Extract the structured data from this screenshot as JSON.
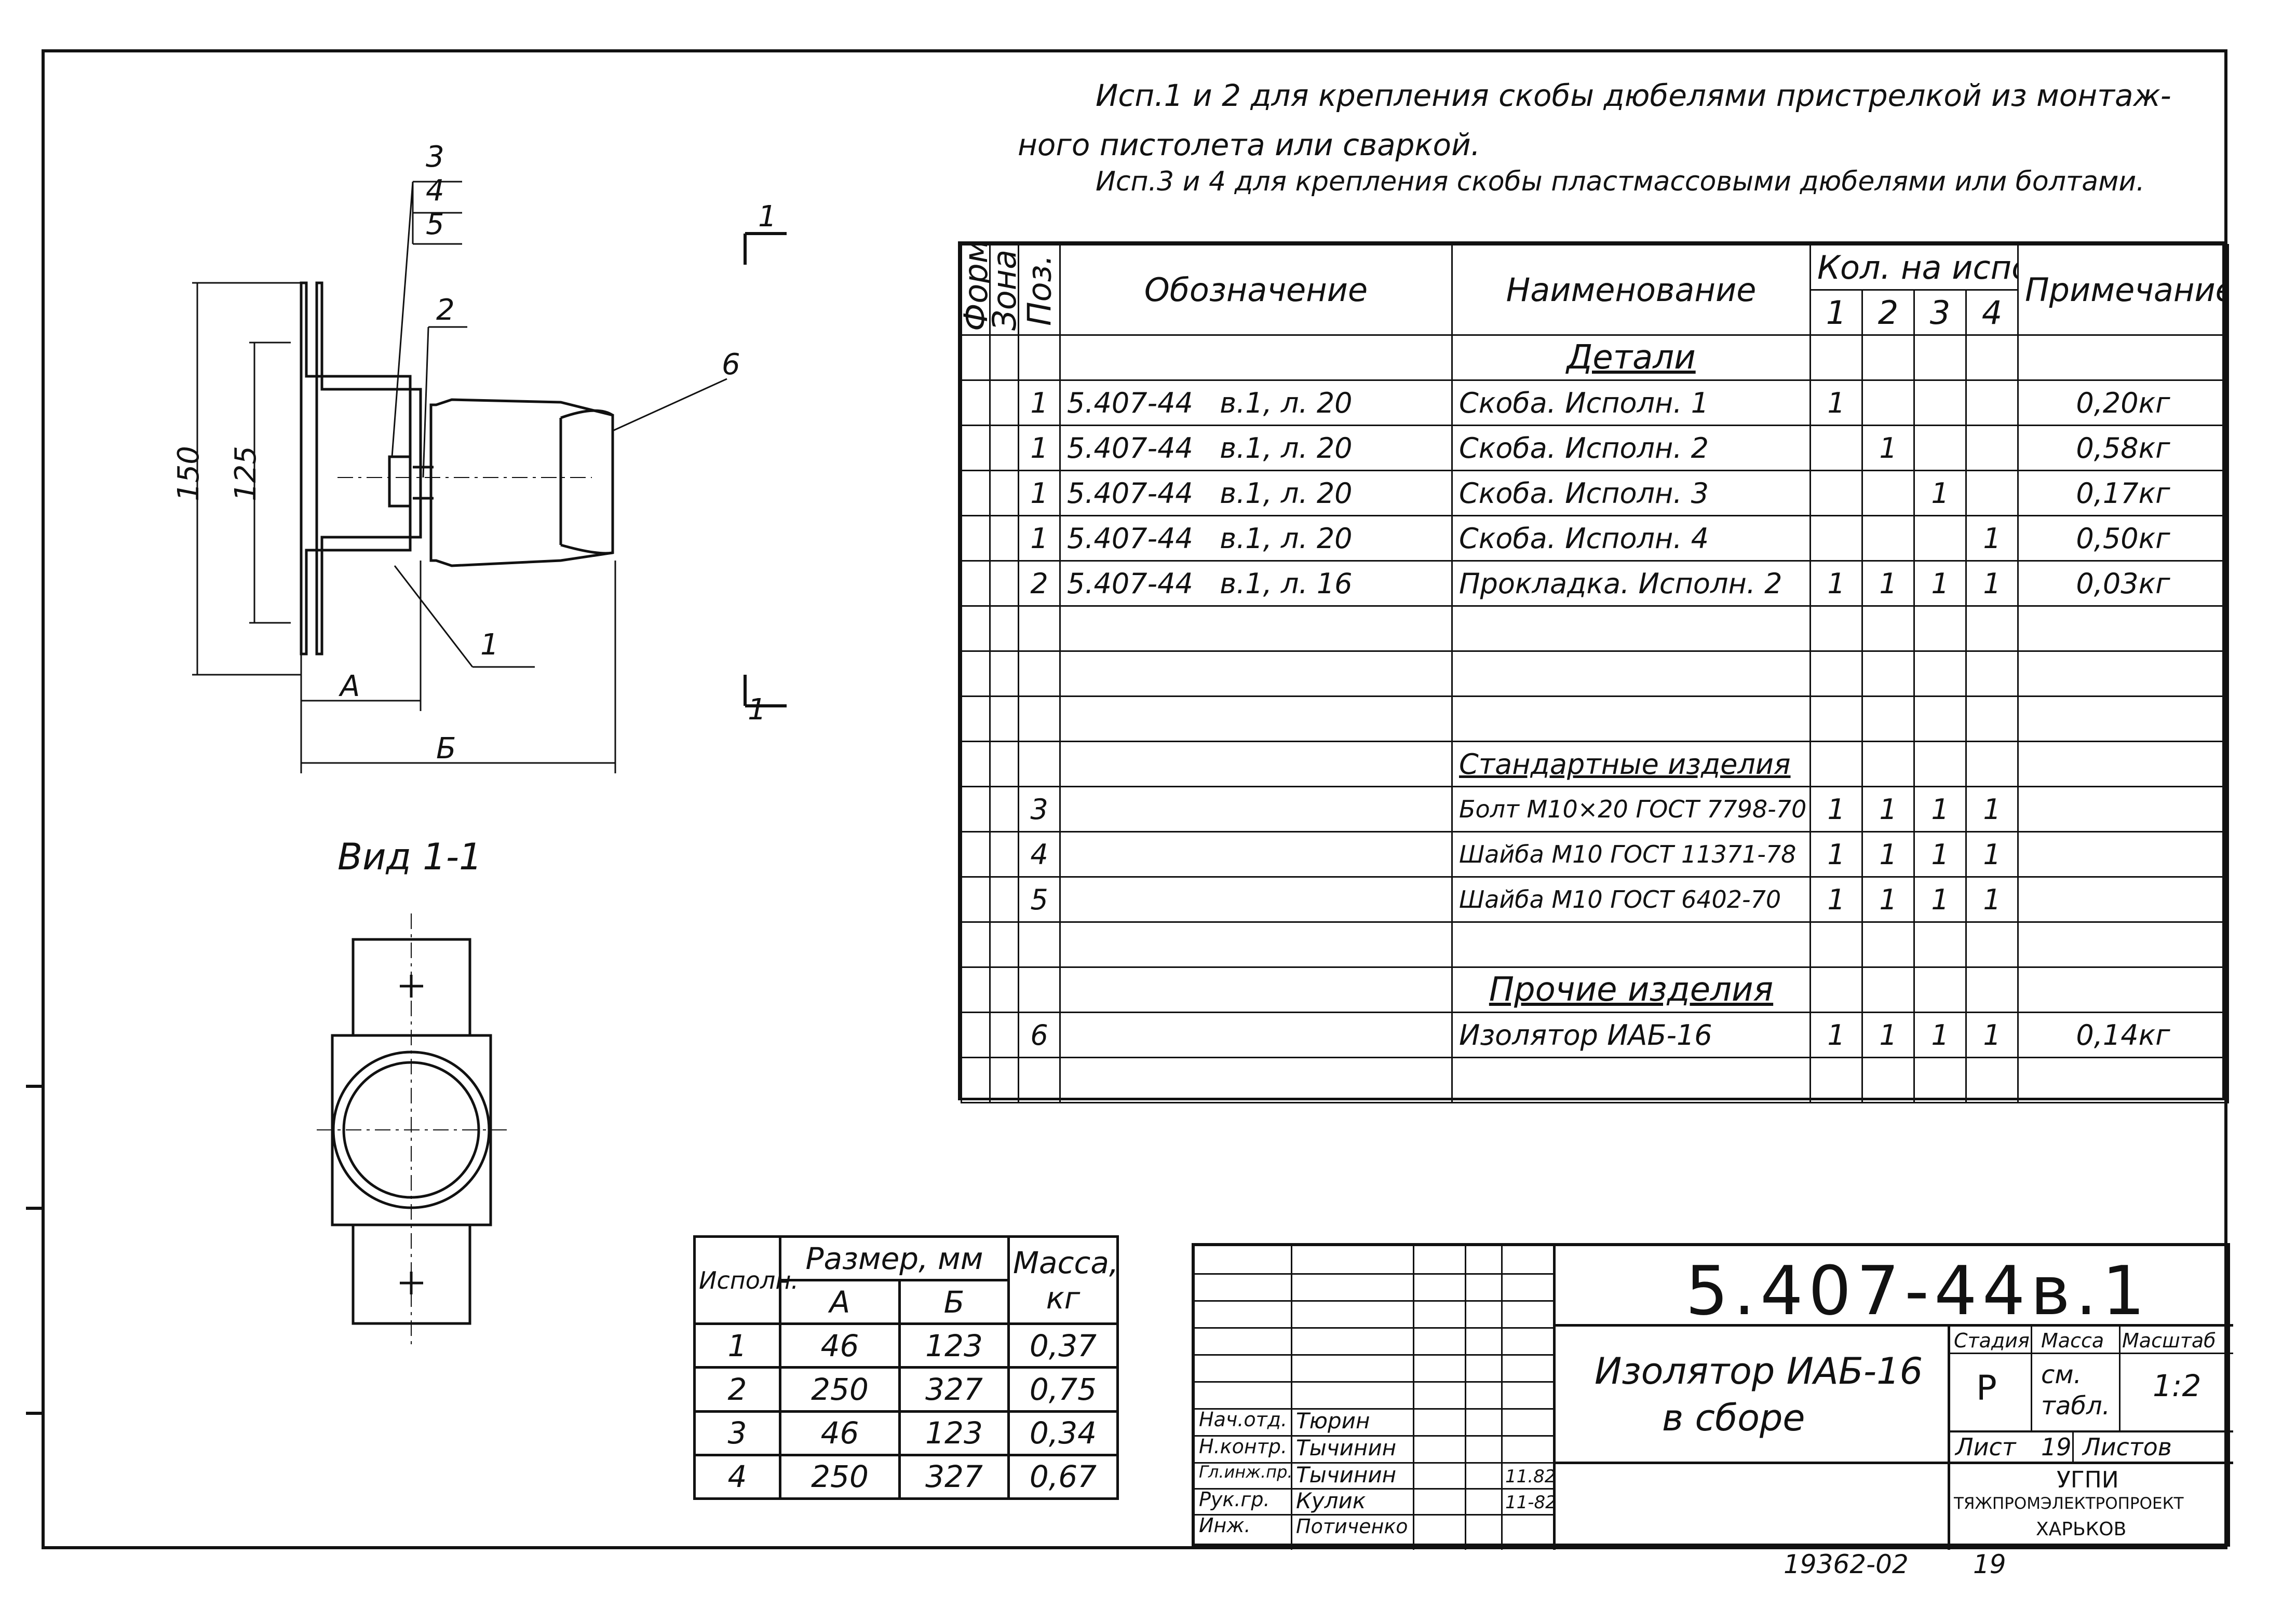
{
  "notes": {
    "line1": "Исп.1 и 2 для крепления скобы дюбелями пристрелкой из монтаж-",
    "line2": "ного пистолета или сваркой.",
    "line3": "Исп.3 и 4 для крепления скобы пластмассовыми дюбелями или болтами."
  },
  "drawing": {
    "callouts": [
      "3",
      "4",
      "5",
      "2",
      "6",
      "1"
    ],
    "dim_150": "150",
    "dim_125": "125",
    "dim_a": "А",
    "dim_b": "Б",
    "section_mark": "1",
    "view_label": "Вид 1-1"
  },
  "spec": {
    "headers": {
      "format": "Формат",
      "zone": "Зона",
      "pos": "Поз.",
      "designation": "Обозначение",
      "name": "Наименование",
      "qty_group": "Кол. на исполн.",
      "qty_cols": [
        "1",
        "2",
        "3",
        "4"
      ],
      "note": "Примечание"
    },
    "section_details": "Детали",
    "details": [
      {
        "pos": "1",
        "code": "5.407-44",
        "sheet": "в.1, л. 20",
        "name": "Скоба. Исполн. 1",
        "q": [
          "1",
          "",
          "",
          ""
        ],
        "note": "0,20кг"
      },
      {
        "pos": "1",
        "code": "5.407-44",
        "sheet": "в.1, л. 20",
        "name": "Скоба. Исполн. 2",
        "q": [
          "",
          "1",
          "",
          ""
        ],
        "note": "0,58кг"
      },
      {
        "pos": "1",
        "code": "5.407-44",
        "sheet": "в.1, л. 20",
        "name": "Скоба. Исполн. 3",
        "q": [
          "",
          "",
          "1",
          ""
        ],
        "note": "0,17кг"
      },
      {
        "pos": "1",
        "code": "5.407-44",
        "sheet": "в.1, л. 20",
        "name": "Скоба. Исполн. 4",
        "q": [
          "",
          "",
          "",
          "1"
        ],
        "note": "0,50кг"
      },
      {
        "pos": "2",
        "code": "5.407-44",
        "sheet": "в.1, л. 16",
        "name": "Прокладка. Исполн. 2",
        "q": [
          "1",
          "1",
          "1",
          "1"
        ],
        "note": "0,03кг"
      }
    ],
    "section_standard": "Стандартные изделия",
    "standard": [
      {
        "pos": "3",
        "name": "Болт М10×20 ГОСТ 7798-70",
        "q": [
          "1",
          "1",
          "1",
          "1"
        ]
      },
      {
        "pos": "4",
        "name": "Шайба М10 ГОСТ 11371-78",
        "q": [
          "1",
          "1",
          "1",
          "1"
        ]
      },
      {
        "pos": "5",
        "name": "Шайба М10 ГОСТ 6402-70",
        "q": [
          "1",
          "1",
          "1",
          "1"
        ]
      }
    ],
    "section_other": "Прочие изделия",
    "other": [
      {
        "pos": "6",
        "name": "Изолятор ИАБ-16",
        "q": [
          "1",
          "1",
          "1",
          "1"
        ],
        "note": "0,14кг"
      }
    ]
  },
  "sizes": {
    "h_isp": "Исполн.",
    "h_size": "Размер, мм",
    "h_a": "А",
    "h_b": "Б",
    "h_mass": "Масса, кг",
    "rows": [
      {
        "isp": "1",
        "a": "46",
        "b": "123",
        "m": "0,37"
      },
      {
        "isp": "2",
        "a": "250",
        "b": "327",
        "m": "0,75"
      },
      {
        "isp": "3",
        "a": "46",
        "b": "123",
        "m": "0,34"
      },
      {
        "isp": "4",
        "a": "250",
        "b": "327",
        "m": "0,67"
      }
    ]
  },
  "titleblock": {
    "code": "5.407-44в.1",
    "name_line1": "Изолятор ИАБ-16",
    "name_line2": "в сборе",
    "stage_h": "Стадия",
    "mass_h": "Масса",
    "scale_h": "Масштаб",
    "stage": "Р",
    "mass_l1": "см.",
    "mass_l2": "табл.",
    "scale": "1:2",
    "sheet_label": "Лист",
    "sheet": "19",
    "sheets_label": "Листов",
    "org1": "УГПИ",
    "org2": "ТЯЖПРОМЭЛЕКТРОПРОЕКТ",
    "org3": "ХАРЬКОВ",
    "signatures": [
      {
        "role": "Нач.отд.",
        "name": "Тюрин",
        "date": ""
      },
      {
        "role": "Н.контр.",
        "name": "Тычинин",
        "date": ""
      },
      {
        "role": "Гл.инж.пр.",
        "name": "Тычинин",
        "date": "11.82"
      },
      {
        "role": "Рук.гр.",
        "name": "Кулик",
        "date": "11-82"
      },
      {
        "role": "Инж.",
        "name": "Потиченко",
        "date": ""
      }
    ]
  },
  "footer": {
    "inv": "19362-02",
    "page": "19"
  }
}
